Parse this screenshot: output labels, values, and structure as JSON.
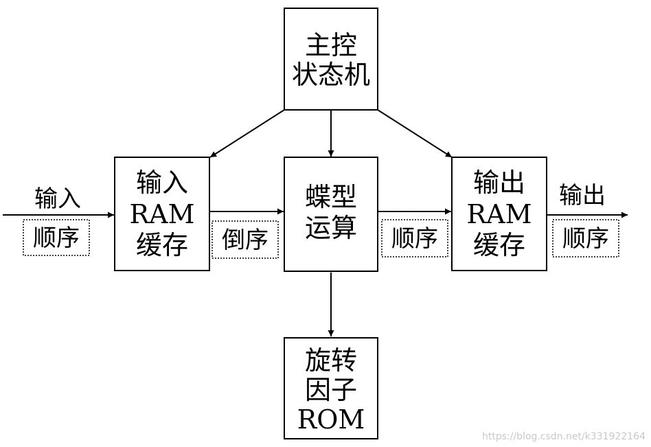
{
  "blocks": {
    "controller": [
      "主控",
      "状态机"
    ],
    "input_ram": [
      "输入",
      "RAM",
      "缓存"
    ],
    "butterfly": [
      "蝶型",
      "运算"
    ],
    "output_ram": [
      "输出",
      "RAM",
      "缓存"
    ],
    "rom": [
      "旋转",
      "因子",
      "ROM"
    ]
  },
  "labels": {
    "input": "输入",
    "input_order": "顺序",
    "bitrev_order": "倒序",
    "mid_order": "顺序",
    "output": "输出",
    "output_order": "顺序"
  },
  "watermark": "https://blog.csdn.net/k331922164",
  "colors": {
    "stroke": "#000000",
    "watermark": "#c8c8c8"
  }
}
